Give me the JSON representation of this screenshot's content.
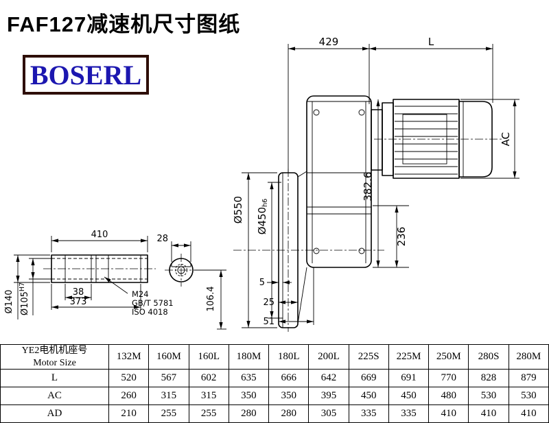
{
  "page": {
    "title": "FAF127减速机尺寸图纸",
    "brand": "BOSERL"
  },
  "dims": {
    "d429": "429",
    "motor_length": "L",
    "motor_diameter": "AC",
    "d382": "382.6",
    "d550": "Ø550",
    "d450": "Ø450",
    "d450_tol": "h6",
    "d236": "236",
    "d410": "410",
    "d38": "38",
    "d373": "373",
    "d28": "28",
    "d106": "106.4",
    "d140": "Ø140",
    "d105": "Ø105",
    "d105_tol": "H7",
    "d5": "5",
    "d25": "25",
    "d51": "51",
    "thread": "M24",
    "thread_std": "GB/T 5781",
    "thread_iso": "ISO 4018"
  },
  "table": {
    "header_cn": "YE2电机机座号",
    "header_en": "Motor Size",
    "columns": [
      "132M",
      "160M",
      "160L",
      "180M",
      "180L",
      "200L",
      "225S",
      "225M",
      "250M",
      "280S",
      "280M"
    ],
    "rows": [
      {
        "label": "L",
        "values": [
          "520",
          "567",
          "602",
          "635",
          "666",
          "642",
          "669",
          "691",
          "770",
          "828",
          "879"
        ]
      },
      {
        "label": "AC",
        "values": [
          "260",
          "315",
          "315",
          "350",
          "350",
          "395",
          "450",
          "450",
          "480",
          "530",
          "530"
        ]
      },
      {
        "label": "AD",
        "values": [
          "210",
          "255",
          "255",
          "280",
          "280",
          "305",
          "335",
          "335",
          "410",
          "410",
          "410"
        ]
      }
    ]
  }
}
